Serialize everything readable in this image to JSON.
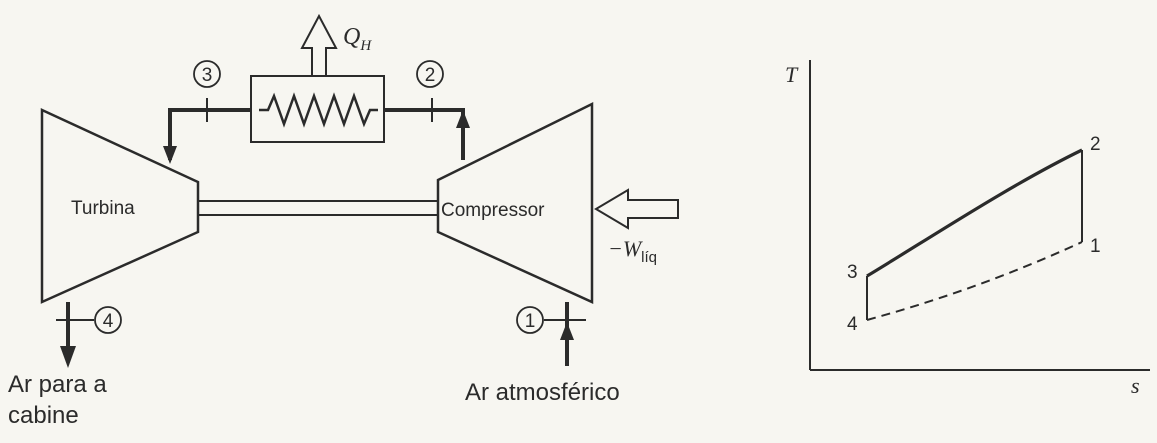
{
  "schematic": {
    "turbine_label": "Turbina",
    "compressor_label": "Compressor",
    "heat_label_main": "Q",
    "heat_label_sub": "H",
    "work_label_main": "−W",
    "work_label_sub": "líq",
    "state_points": [
      "3",
      "2",
      "4",
      "1"
    ],
    "outlet_label_line1": "Ar para a",
    "outlet_label_line2": "cabine",
    "inlet_label": "Ar atmosférico"
  },
  "ts_diagram": {
    "y_axis_label": "T",
    "x_axis_label": "s",
    "point_labels": [
      "1",
      "2",
      "3",
      "4"
    ]
  },
  "colors": {
    "ink": "#2b2b2b",
    "background": "#f7f6f1"
  }
}
